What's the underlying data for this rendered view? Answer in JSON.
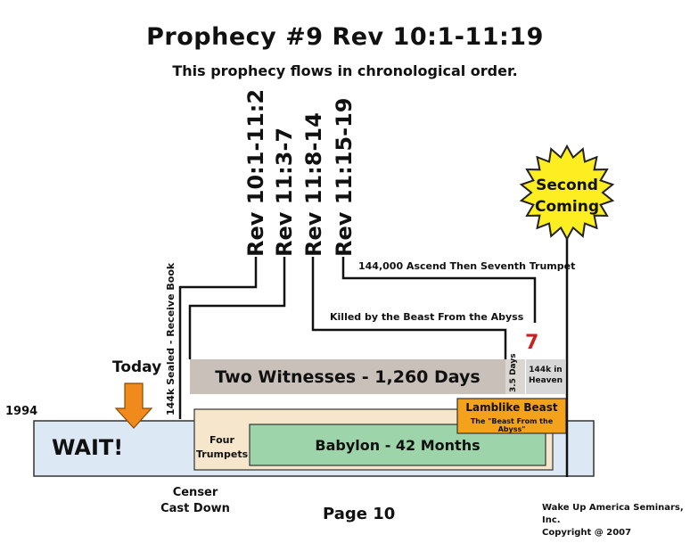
{
  "title": "Prophecy #9  Rev 10:1-11:19",
  "subtitle": "This prophecy flows in chronological order.",
  "references": [
    "Rev 10:1-11:2",
    "Rev 11:3-7",
    "Rev 11:8-14",
    "Rev 11:15-19"
  ],
  "annotations": {
    "ascend": "144,000 Ascend Then Seventh Trumpet",
    "killed": "Killed by the Beast From the Abyss",
    "sealed": "144k Sealed - Receive Book",
    "seven": "7",
    "three_half": "3.5 Days",
    "heaven": "144k in Heaven",
    "today": "Today",
    "year": "1994",
    "wait": "WAIT!",
    "censer": "Censer Cast Down"
  },
  "boxes": {
    "two_witnesses": "Two Witnesses - 1,260 Days",
    "four_trumpets": "Four Trumpets",
    "babylon": "Babylon - 42 Months",
    "lamblike_title": "Lamblike Beast",
    "lamblike_sub": "The \"Beast From the Abyss\""
  },
  "second_coming": [
    "Second",
    "Coming"
  ],
  "footer": {
    "page": "Page 10",
    "credit1": "Wake Up America Seminars, Inc.",
    "credit2": "Copyright @ 2007"
  },
  "colors": {
    "wait_bg": "#dce8f4",
    "trumpets_bg": "#f6e6cc",
    "babylon_bg": "#9ed4aa",
    "witnesses_bg": "#c9c0ba",
    "lamblike_bg": "#f4a21c",
    "star_bg": "#fcee21",
    "arrow": "#f08a1c",
    "seven": "#cc1f1f"
  }
}
